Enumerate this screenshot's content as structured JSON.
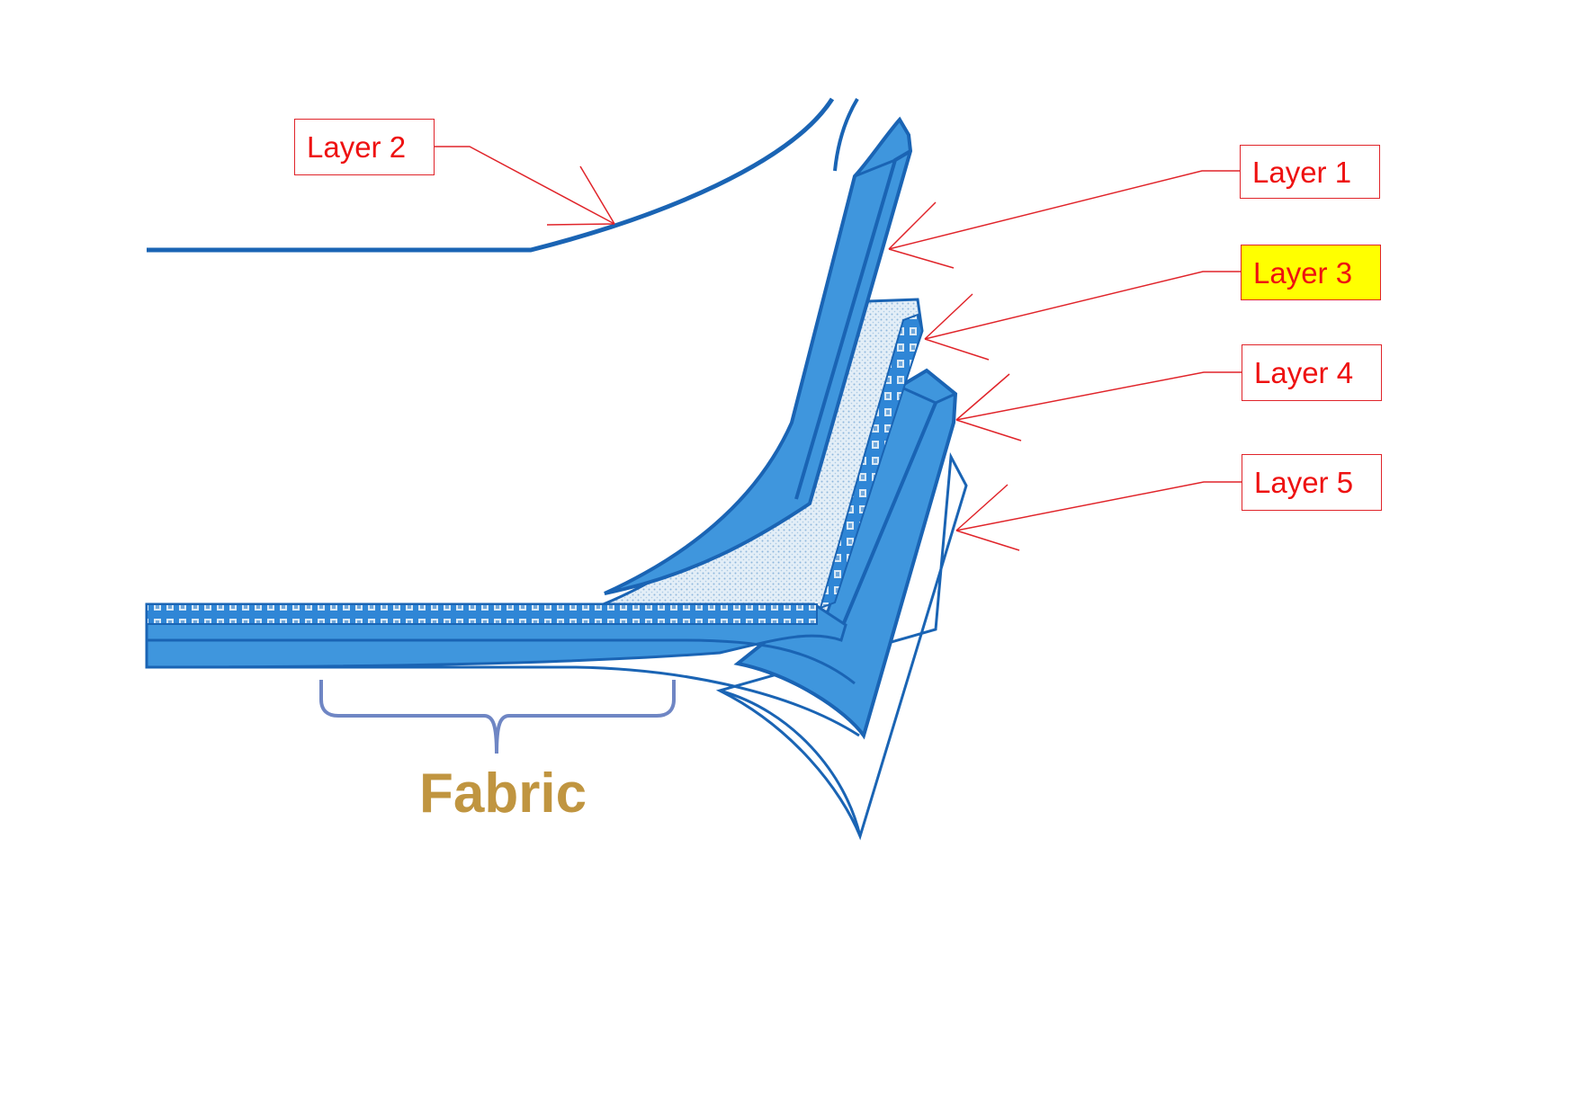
{
  "labels": {
    "layer_1": "Layer 1",
    "layer_2": "Layer 2",
    "layer_3": "Layer 3",
    "layer_4": "Layer 4",
    "layer_5": "Layer 5",
    "fabric": "Fabric"
  },
  "colors": {
    "label_text": "#ee1111",
    "label_border": "#e0242a",
    "highlight": "#ffff00",
    "layer_blue": "#3f96dd",
    "layer_outline": "#1a64b4",
    "fabric_text": "#c09540",
    "brace": "#6f86c4",
    "dotted_fill": "#dbe9f4"
  },
  "icons": {
    "callout": "arrow-line",
    "brace": "curly-brace"
  }
}
